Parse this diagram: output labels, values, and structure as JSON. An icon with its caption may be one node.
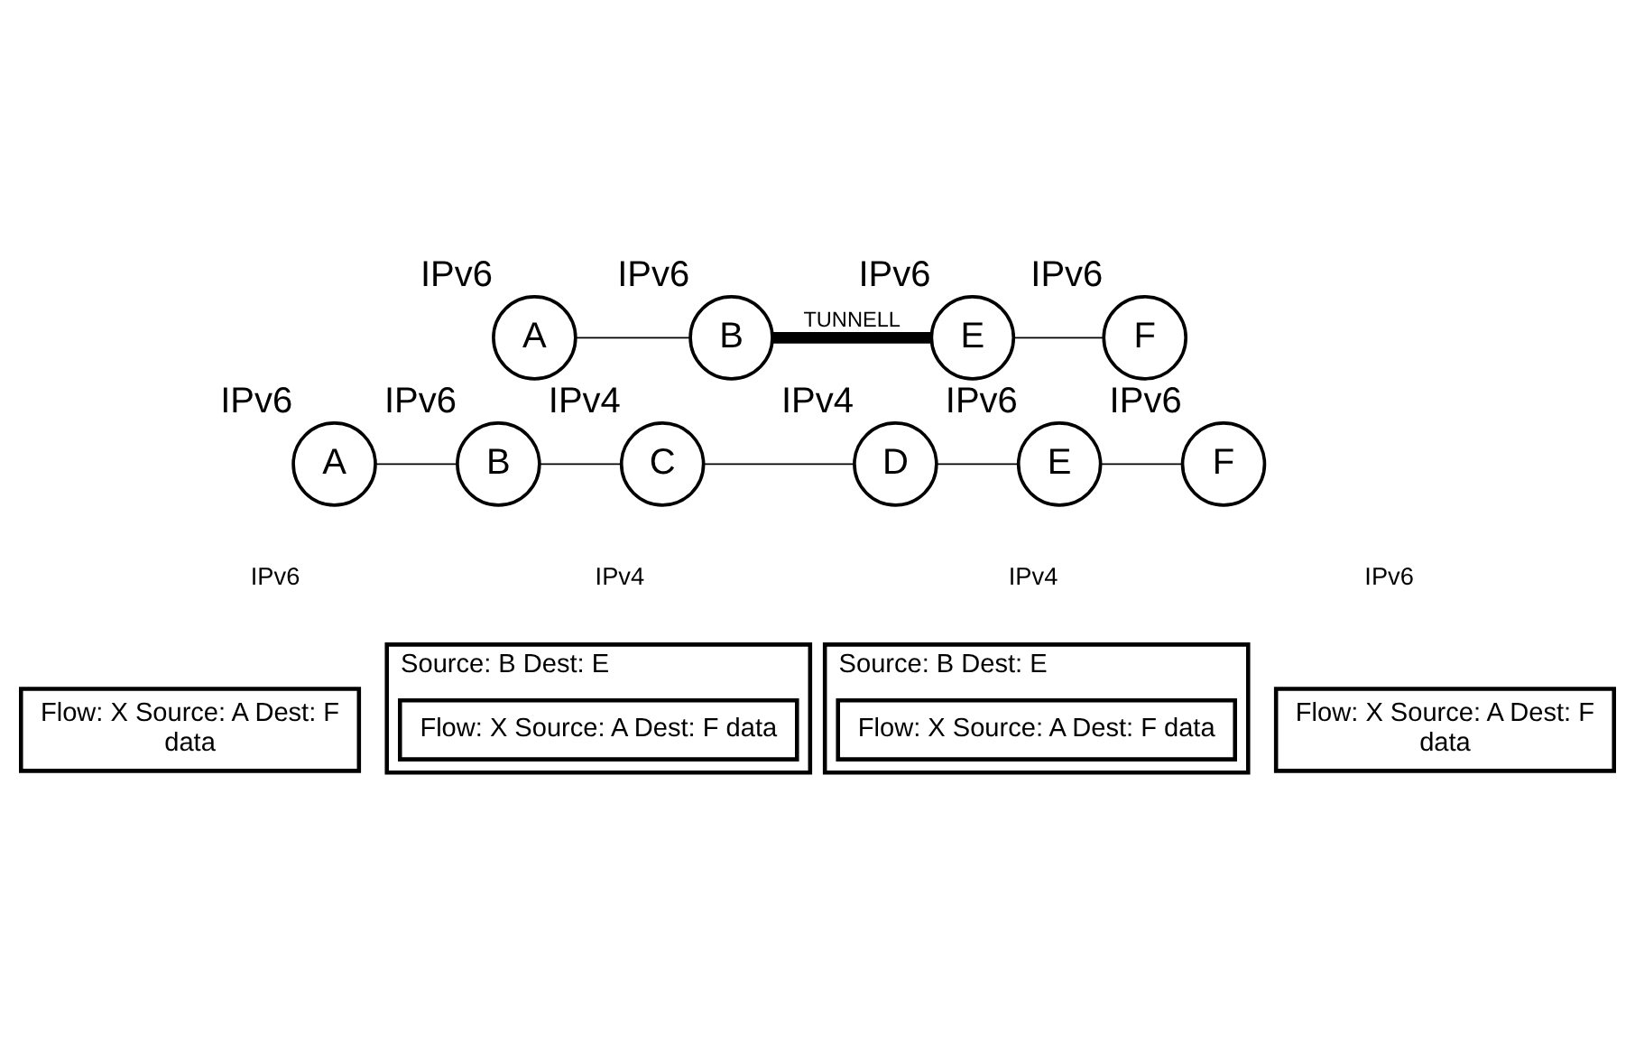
{
  "diagram": {
    "nodes": [
      {
        "text": [
          "A"
        ],
        "beside": [
          "IPv6"
        ]
      },
      {
        "text": [
          "B"
        ],
        "beside": [
          "IPv6"
        ]
      },
      {
        "text": [
          "E"
        ],
        "beside": [
          "IPv6"
        ]
      },
      {
        "text": [
          "F"
        ],
        "beside": [
          "IPv6"
        ]
      },
      {
        "text": [
          "A"
        ],
        "beside": [
          "IPv6"
        ]
      },
      {
        "text": [
          "B"
        ],
        "beside": [
          "IPv6"
        ]
      },
      {
        "text": [
          "C"
        ],
        "beside": [
          "IPv4"
        ]
      },
      {
        "text": [
          "D"
        ],
        "beside": [
          "IPv4"
        ]
      },
      {
        "text": [
          "E"
        ],
        "beside": [
          "IPv6"
        ]
      },
      {
        "text": [
          "F"
        ],
        "beside": [
          "IPv6"
        ]
      },
      {
        "text": [
          "Flow: X Source: A Dest: F",
          "data"
        ]
      },
      {
        "text": [
          "Source: B Dest: E"
        ]
      },
      {
        "text": [
          "Flow: X Source: A Dest: F data"
        ],
        "in": 11
      },
      {
        "text": [
          "Source: B Dest: E"
        ]
      },
      {
        "text": [
          "Flow: X Source: A Dest: F data"
        ],
        "in": 13
      },
      {
        "text": [
          "Flow: X Source: A Dest: F",
          "data"
        ]
      }
    ],
    "edges": [
      {
        "from": 0,
        "to": 1,
        "arrow": "none"
      },
      {
        "from": 1,
        "to": 2,
        "arrow": "none",
        "label": "TUNNELL",
        "style": "thick"
      },
      {
        "from": 2,
        "to": 3,
        "arrow": "none"
      },
      {
        "from": 4,
        "to": 5,
        "arrow": "none"
      },
      {
        "from": 5,
        "to": 6,
        "arrow": "none"
      },
      {
        "from": 6,
        "to": 7,
        "arrow": "none"
      },
      {
        "from": 7,
        "to": 8,
        "arrow": "none"
      },
      {
        "from": 8,
        "to": 9,
        "arrow": "none"
      }
    ],
    "labels": [
      "IPv6",
      "IPv4",
      "IPv4",
      "IPv6"
    ]
  }
}
